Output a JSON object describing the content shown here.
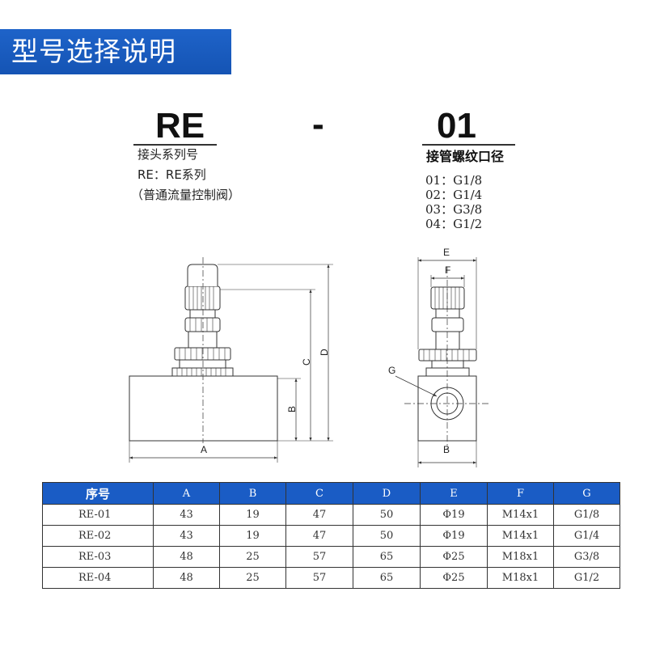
{
  "header": {
    "title": "型号选择说明"
  },
  "code": {
    "series_code": "RE",
    "dash": "-",
    "thread_code": "01",
    "series_label": "接头系列号",
    "series_value": "RE：RE系列",
    "series_desc": "（普通流量控制阀）",
    "thread_label": "接管螺纹口径",
    "thread_options": [
      "01：G1/8",
      "02：G1/4",
      "03：G3/8",
      "04：G1/2"
    ]
  },
  "drawing": {
    "dim_labels": {
      "A": "A",
      "B": "B",
      "C": "C",
      "D": "D",
      "E": "E",
      "F": "F",
      "G": "G"
    }
  },
  "table": {
    "headers": [
      "序号",
      "A",
      "B",
      "C",
      "D",
      "E",
      "F",
      "G"
    ],
    "rows": [
      [
        "RE-01",
        "43",
        "19",
        "47",
        "50",
        "Φ19",
        "M14x1",
        "G1/8"
      ],
      [
        "RE-02",
        "43",
        "19",
        "47",
        "50",
        "Φ19",
        "M14x1",
        "G1/4"
      ],
      [
        "RE-03",
        "48",
        "25",
        "57",
        "65",
        "Φ25",
        "M18x1",
        "G3/8"
      ],
      [
        "RE-04",
        "48",
        "25",
        "57",
        "65",
        "Φ25",
        "M18x1",
        "G1/2"
      ]
    ]
  }
}
